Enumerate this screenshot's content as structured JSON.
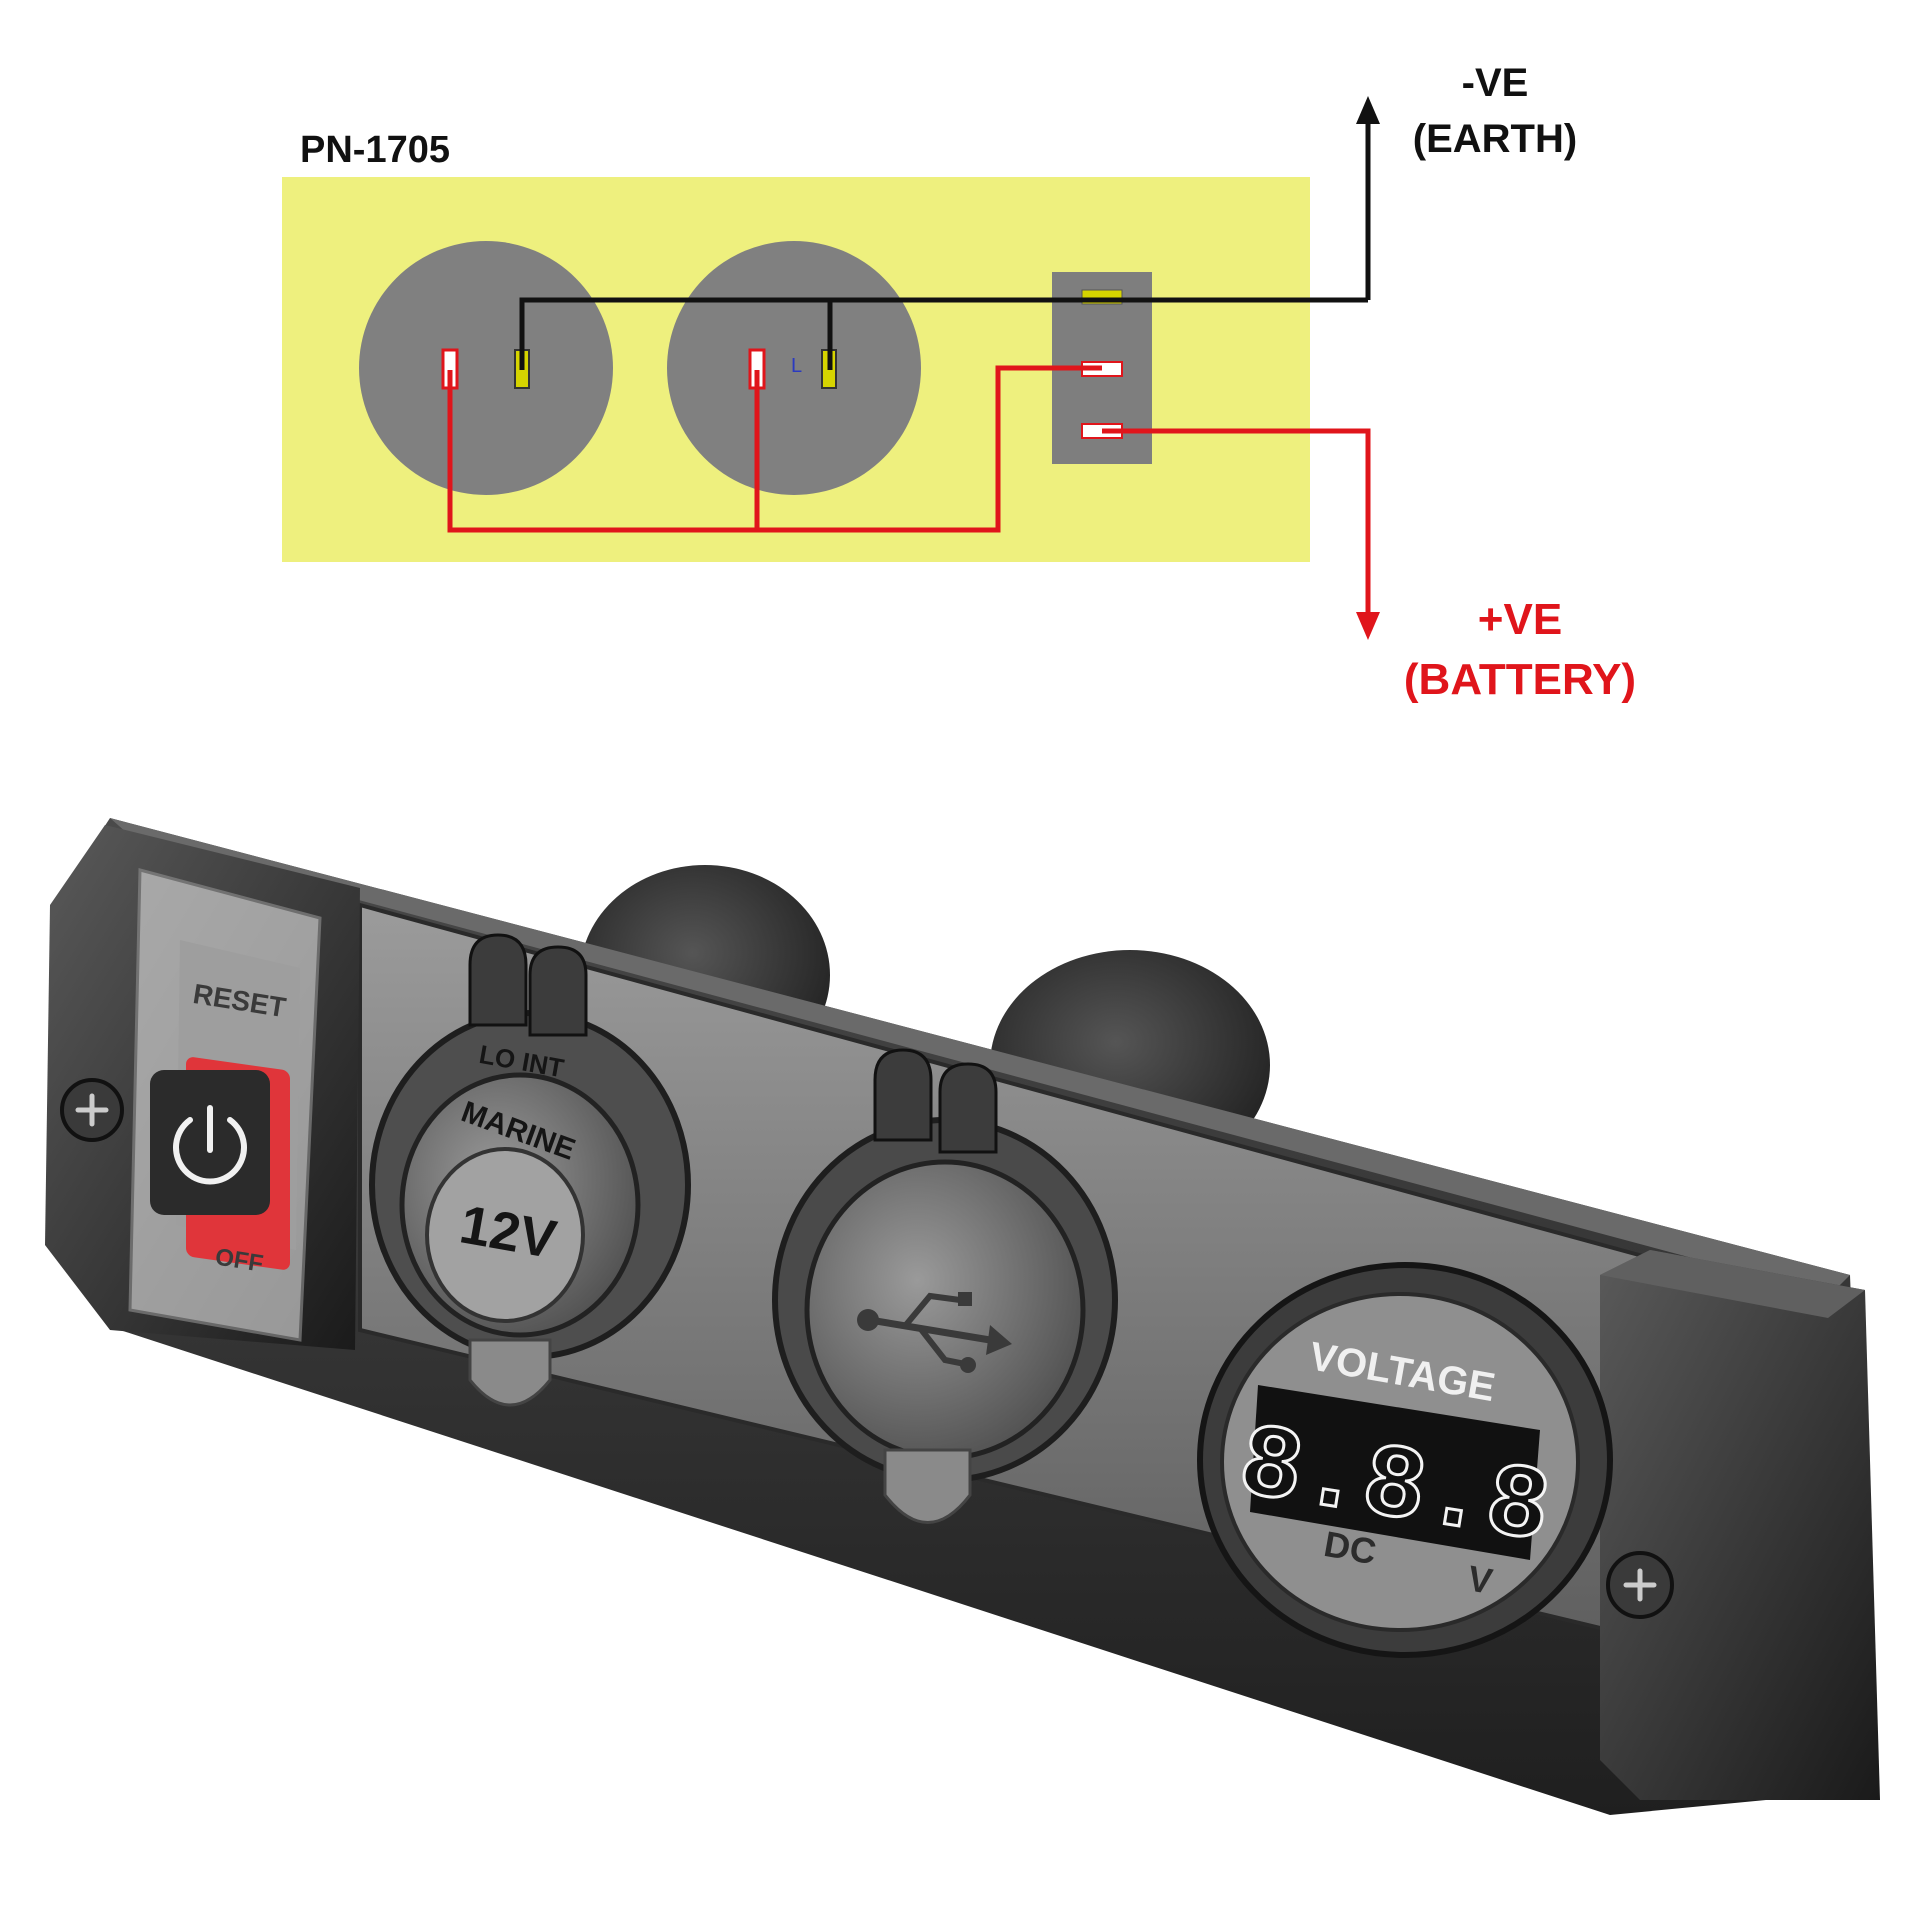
{
  "diagram": {
    "part_number": "PN-1705",
    "earth": {
      "line1": "-VE",
      "line2": "(EARTH)"
    },
    "battery": {
      "line1": "+VE",
      "line2": "(BATTERY)"
    },
    "terminal_mark": "L",
    "colors": {
      "board": "#eef07e",
      "socket": "#808080",
      "wire_negative": "#111111",
      "wire_positive": "#e0151b",
      "terminal_yellow": "#d6d400"
    }
  },
  "product": {
    "switch": {
      "reset_label": "RESET",
      "off_label": "OFF",
      "power_icon": "power-icon",
      "button_color": "#e0353a"
    },
    "socket_12v": {
      "ring_text": "LO    INT",
      "brand": "MARINE",
      "voltage": "12V"
    },
    "usb_socket": {
      "icon": "usb-icon"
    },
    "voltmeter": {
      "title": "VOLTAGE",
      "reading": "8.8.8",
      "left_label": "DC",
      "right_label": "V",
      "digit_color": "#f4f4f4"
    },
    "screw_icon": "screw-icon"
  }
}
